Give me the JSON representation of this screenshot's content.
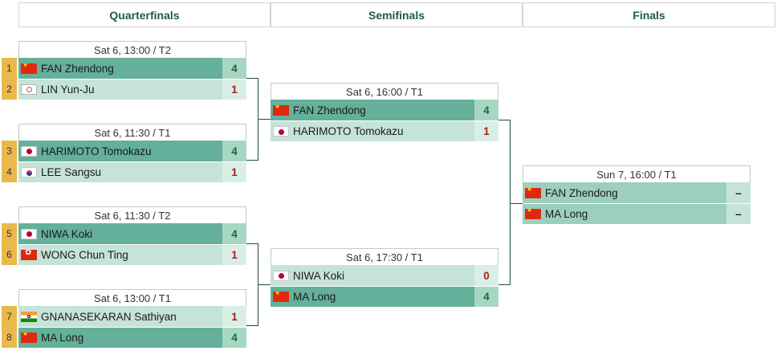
{
  "rounds": {
    "quarterfinals": "Quarterfinals",
    "semifinals": "Semifinals",
    "finals": "Finals"
  },
  "quarterfinals": [
    {
      "time": "Sat 6, 13:00 / T2",
      "players": [
        {
          "seed": "1",
          "name": "FAN Zhendong",
          "flag": "chn",
          "score": "4",
          "winner": true
        },
        {
          "seed": "2",
          "name": "LIN Yun-Ju",
          "flag": "tpe",
          "score": "1",
          "winner": false
        }
      ]
    },
    {
      "time": "Sat 6, 11:30 / T1",
      "players": [
        {
          "seed": "3",
          "name": "HARIMOTO Tomokazu",
          "flag": "jpn",
          "score": "4",
          "winner": true
        },
        {
          "seed": "4",
          "name": "LEE Sangsu",
          "flag": "kor",
          "score": "1",
          "winner": false
        }
      ]
    },
    {
      "time": "Sat 6, 11:30 / T2",
      "players": [
        {
          "seed": "5",
          "name": "NIWA Koki",
          "flag": "jpn",
          "score": "4",
          "winner": true
        },
        {
          "seed": "6",
          "name": "WONG Chun Ting",
          "flag": "hkg",
          "score": "1",
          "winner": false
        }
      ]
    },
    {
      "time": "Sat 6, 13:00 / T1",
      "players": [
        {
          "seed": "7",
          "name": "GNANASEKARAN Sathiyan",
          "flag": "ind",
          "score": "1",
          "winner": false
        },
        {
          "seed": "8",
          "name": "MA Long",
          "flag": "chn",
          "score": "4",
          "winner": true
        }
      ]
    }
  ],
  "semifinals": [
    {
      "time": "Sat 6, 16:00 / T1",
      "players": [
        {
          "name": "FAN Zhendong",
          "flag": "chn",
          "score": "4",
          "winner": true
        },
        {
          "name": "HARIMOTO Tomokazu",
          "flag": "jpn",
          "score": "1",
          "winner": false
        }
      ]
    },
    {
      "time": "Sat 6, 17:30 / T1",
      "players": [
        {
          "name": "NIWA Koki",
          "flag": "jpn",
          "score": "0",
          "winner": false
        },
        {
          "name": "MA Long",
          "flag": "chn",
          "score": "4",
          "winner": true
        }
      ]
    }
  ],
  "finals": [
    {
      "time": "Sun 7, 16:00 / T1",
      "players": [
        {
          "name": "FAN Zhendong",
          "flag": "chn",
          "score": "–"
        },
        {
          "name": "MA Long",
          "flag": "chn",
          "score": "–"
        }
      ]
    }
  ],
  "colors": {
    "winner_row": "#64b09a",
    "loser_row": "#c5e3d9",
    "seed_badge": "#e9b949",
    "win_score": "#1b6b2f",
    "loss_score": "#a8201a"
  }
}
